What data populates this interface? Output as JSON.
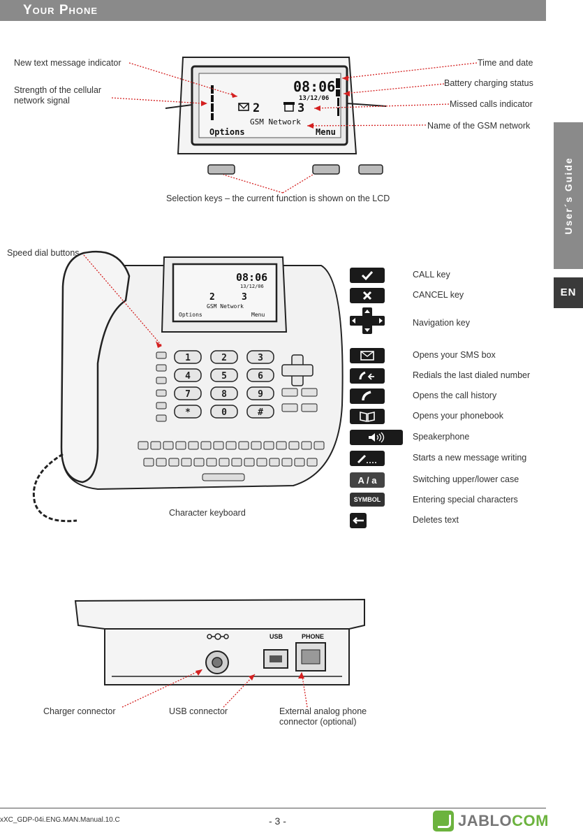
{
  "header": {
    "title": "Your Phone"
  },
  "side_tab": {
    "label": "User´s Guide",
    "lang": "EN"
  },
  "lcd": {
    "time": "08:06",
    "date": "13/12/06",
    "sms_count": "2",
    "missed_count": "3",
    "network": "GSM Network",
    "left_soft": "Options",
    "right_soft": "Menu"
  },
  "callouts_top": {
    "new_text": "New text message indicator",
    "signal": "Strength of the cellular network signal",
    "time_date": "Time and date",
    "battery": "Battery charging status",
    "missed": "Missed calls indicator",
    "gsm_name": "Name of the GSM network",
    "selection": "Selection keys – the current function is shown on the LCD"
  },
  "callouts_mid": {
    "speed_dial": "Speed dial buttons",
    "char_keyboard": "Character keyboard"
  },
  "keypad_digits": [
    "1",
    "2",
    "3",
    "4",
    "5",
    "6",
    "7",
    "8",
    "9",
    "*",
    "0",
    "#"
  ],
  "keys_legend": [
    {
      "icon": "check-icon",
      "label": "CALL key"
    },
    {
      "icon": "cross-icon",
      "label": "CANCEL key"
    },
    {
      "icon": "navigation-icon",
      "label": "Navigation key"
    },
    {
      "icon": "envelope-icon",
      "label": "Opens your SMS box"
    },
    {
      "icon": "redial-icon",
      "label": "Redials the last dialed number"
    },
    {
      "icon": "handset-icon",
      "label": "Opens the call history"
    },
    {
      "icon": "book-icon",
      "label": "Opens your phonebook"
    },
    {
      "icon": "speaker-icon",
      "label": "Speakerphone"
    },
    {
      "icon": "pen-icon",
      "label": "Starts a new message writing"
    },
    {
      "icon": "case-icon",
      "label": "Switching upper/lower case",
      "text": "A / a"
    },
    {
      "icon": "symbol-icon",
      "label": "Entering special characters",
      "text": "SYMBOL"
    },
    {
      "icon": "backspace-icon",
      "label": "Deletes text"
    }
  ],
  "back_panel": {
    "usb_label": "USB",
    "phone_label": "PHONE",
    "charger": "Charger connector",
    "usb": "USB connector",
    "analog": "External analog phone connector (optional)"
  },
  "footer": {
    "code": "xXC_GDP-04i.ENG.MAN.Manual.10.C",
    "page": "- 3 -",
    "logo_a": "JABLO",
    "logo_b": "COM"
  }
}
